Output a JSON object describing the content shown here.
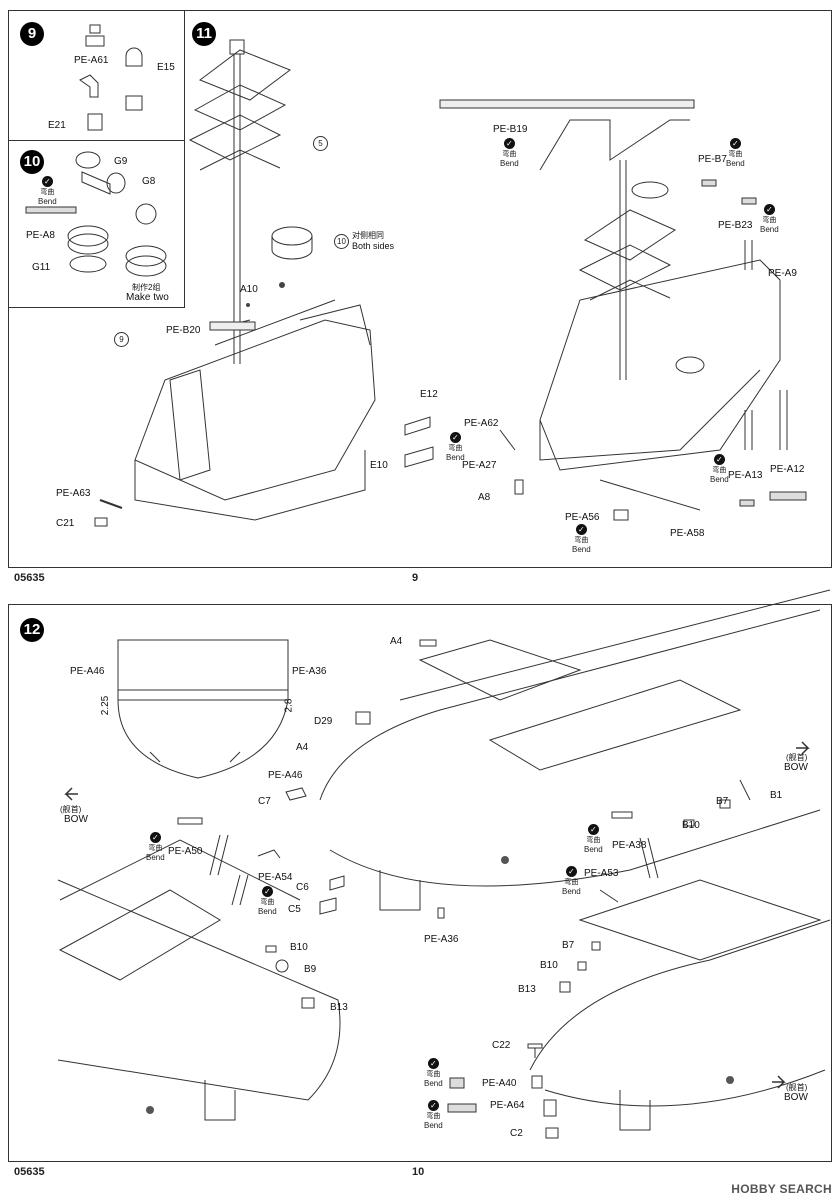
{
  "kit_number": "05635",
  "page_top": {
    "number": "9",
    "step9": {
      "num": "9",
      "parts": [
        "PE-A61",
        "E15",
        "E21"
      ]
    },
    "step10": {
      "num": "10",
      "parts": [
        "G9",
        "G8",
        "PE-A8",
        "G11"
      ],
      "bend_cn": "弯曲",
      "bend_en": "Bend",
      "make_two_cn": "制作2组",
      "make_two_en": "Make two"
    },
    "step11": {
      "num": "11",
      "ref5": "5",
      "ref10": "10",
      "both_sides_cn": "对侧相同",
      "both_sides_en": "Both sides",
      "ref9": "9",
      "left_parts": [
        "A10",
        "PE-B20",
        "E12",
        "E10",
        "PE-A63",
        "C21"
      ],
      "right_parts": [
        "PE-B19",
        "PE-B7",
        "PE-B23",
        "PE-A9",
        "PE-A62",
        "PE-A27",
        "A8",
        "PE-A56",
        "PE-A58",
        "PE-A13",
        "PE-A12"
      ],
      "bend_cn": "弯曲",
      "bend_en": "Bend"
    }
  },
  "page_bottom": {
    "number": "10",
    "step12": {
      "num": "12",
      "dims": [
        "2.25",
        "2.8"
      ],
      "bow_cn": "(舰首)",
      "bow_en": "BOW",
      "parts": [
        "PE-A46",
        "PE-A36",
        "A4",
        "D29",
        "C7",
        "C6",
        "C5",
        "B1",
        "B7",
        "B10",
        "PE-A38",
        "PE-A53",
        "PE-A50",
        "PE-A54",
        "B9",
        "B13",
        "C22",
        "PE-A40",
        "PE-A64",
        "C2"
      ],
      "bend_cn": "弯曲",
      "bend_en": "Bend"
    }
  },
  "watermark": "HOBBY SEARCH"
}
